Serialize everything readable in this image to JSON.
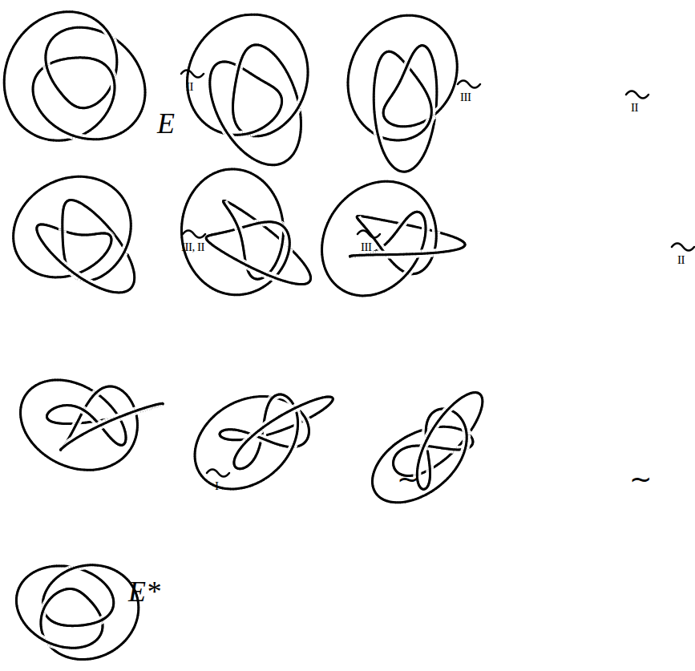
{
  "diagram": {
    "labels": [
      "E",
      "II",
      "III",
      "II",
      "III, II",
      "III",
      "II",
      "I",
      "~",
      "~",
      "E*"
    ]
  }
}
